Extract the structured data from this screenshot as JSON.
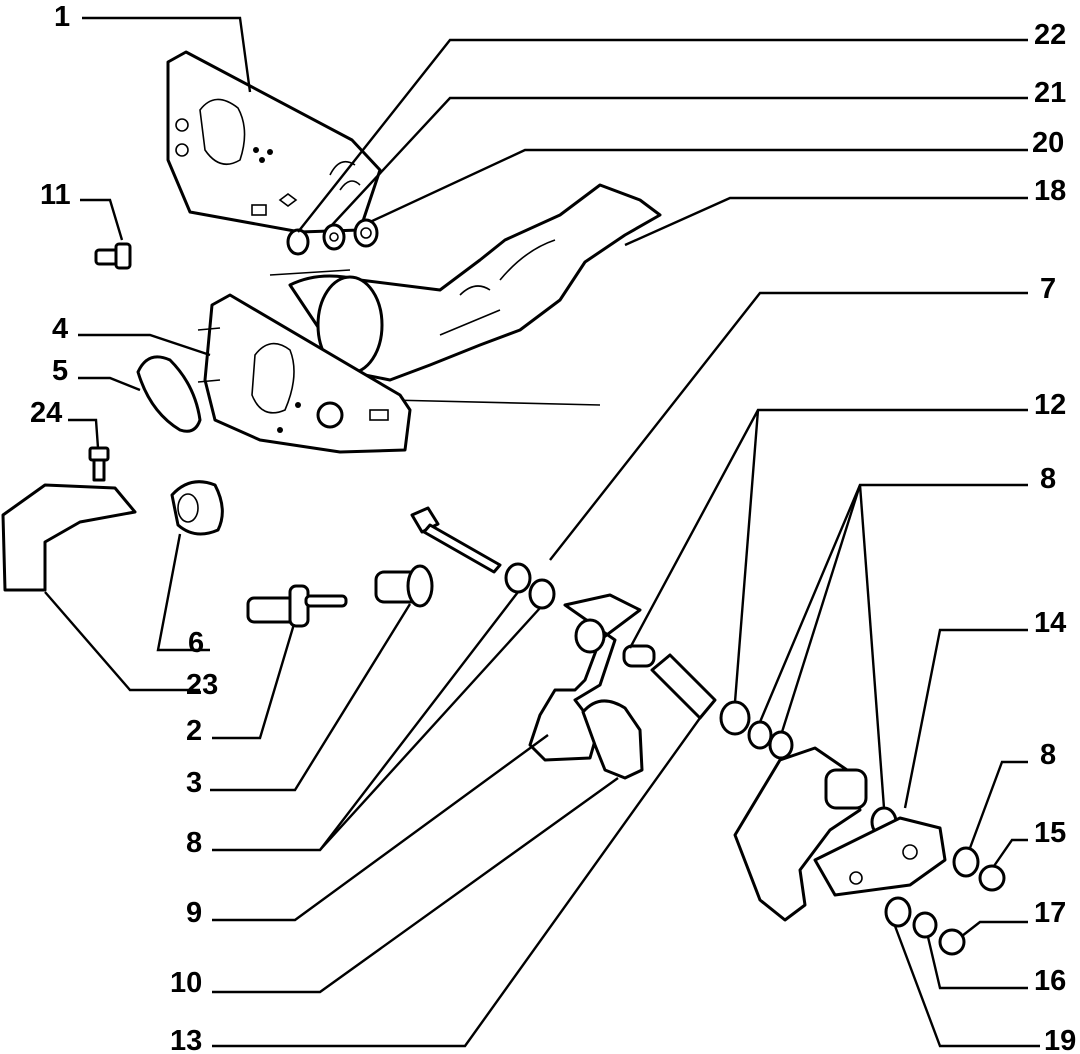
{
  "diagram": {
    "callouts": [
      "1",
      "22",
      "21",
      "20",
      "11",
      "18",
      "4",
      "5",
      "7",
      "24",
      "12",
      "8",
      "6",
      "23",
      "14",
      "2",
      "8",
      "15",
      "3",
      "17",
      "8",
      "16",
      "9",
      "10",
      "13",
      "19"
    ]
  }
}
